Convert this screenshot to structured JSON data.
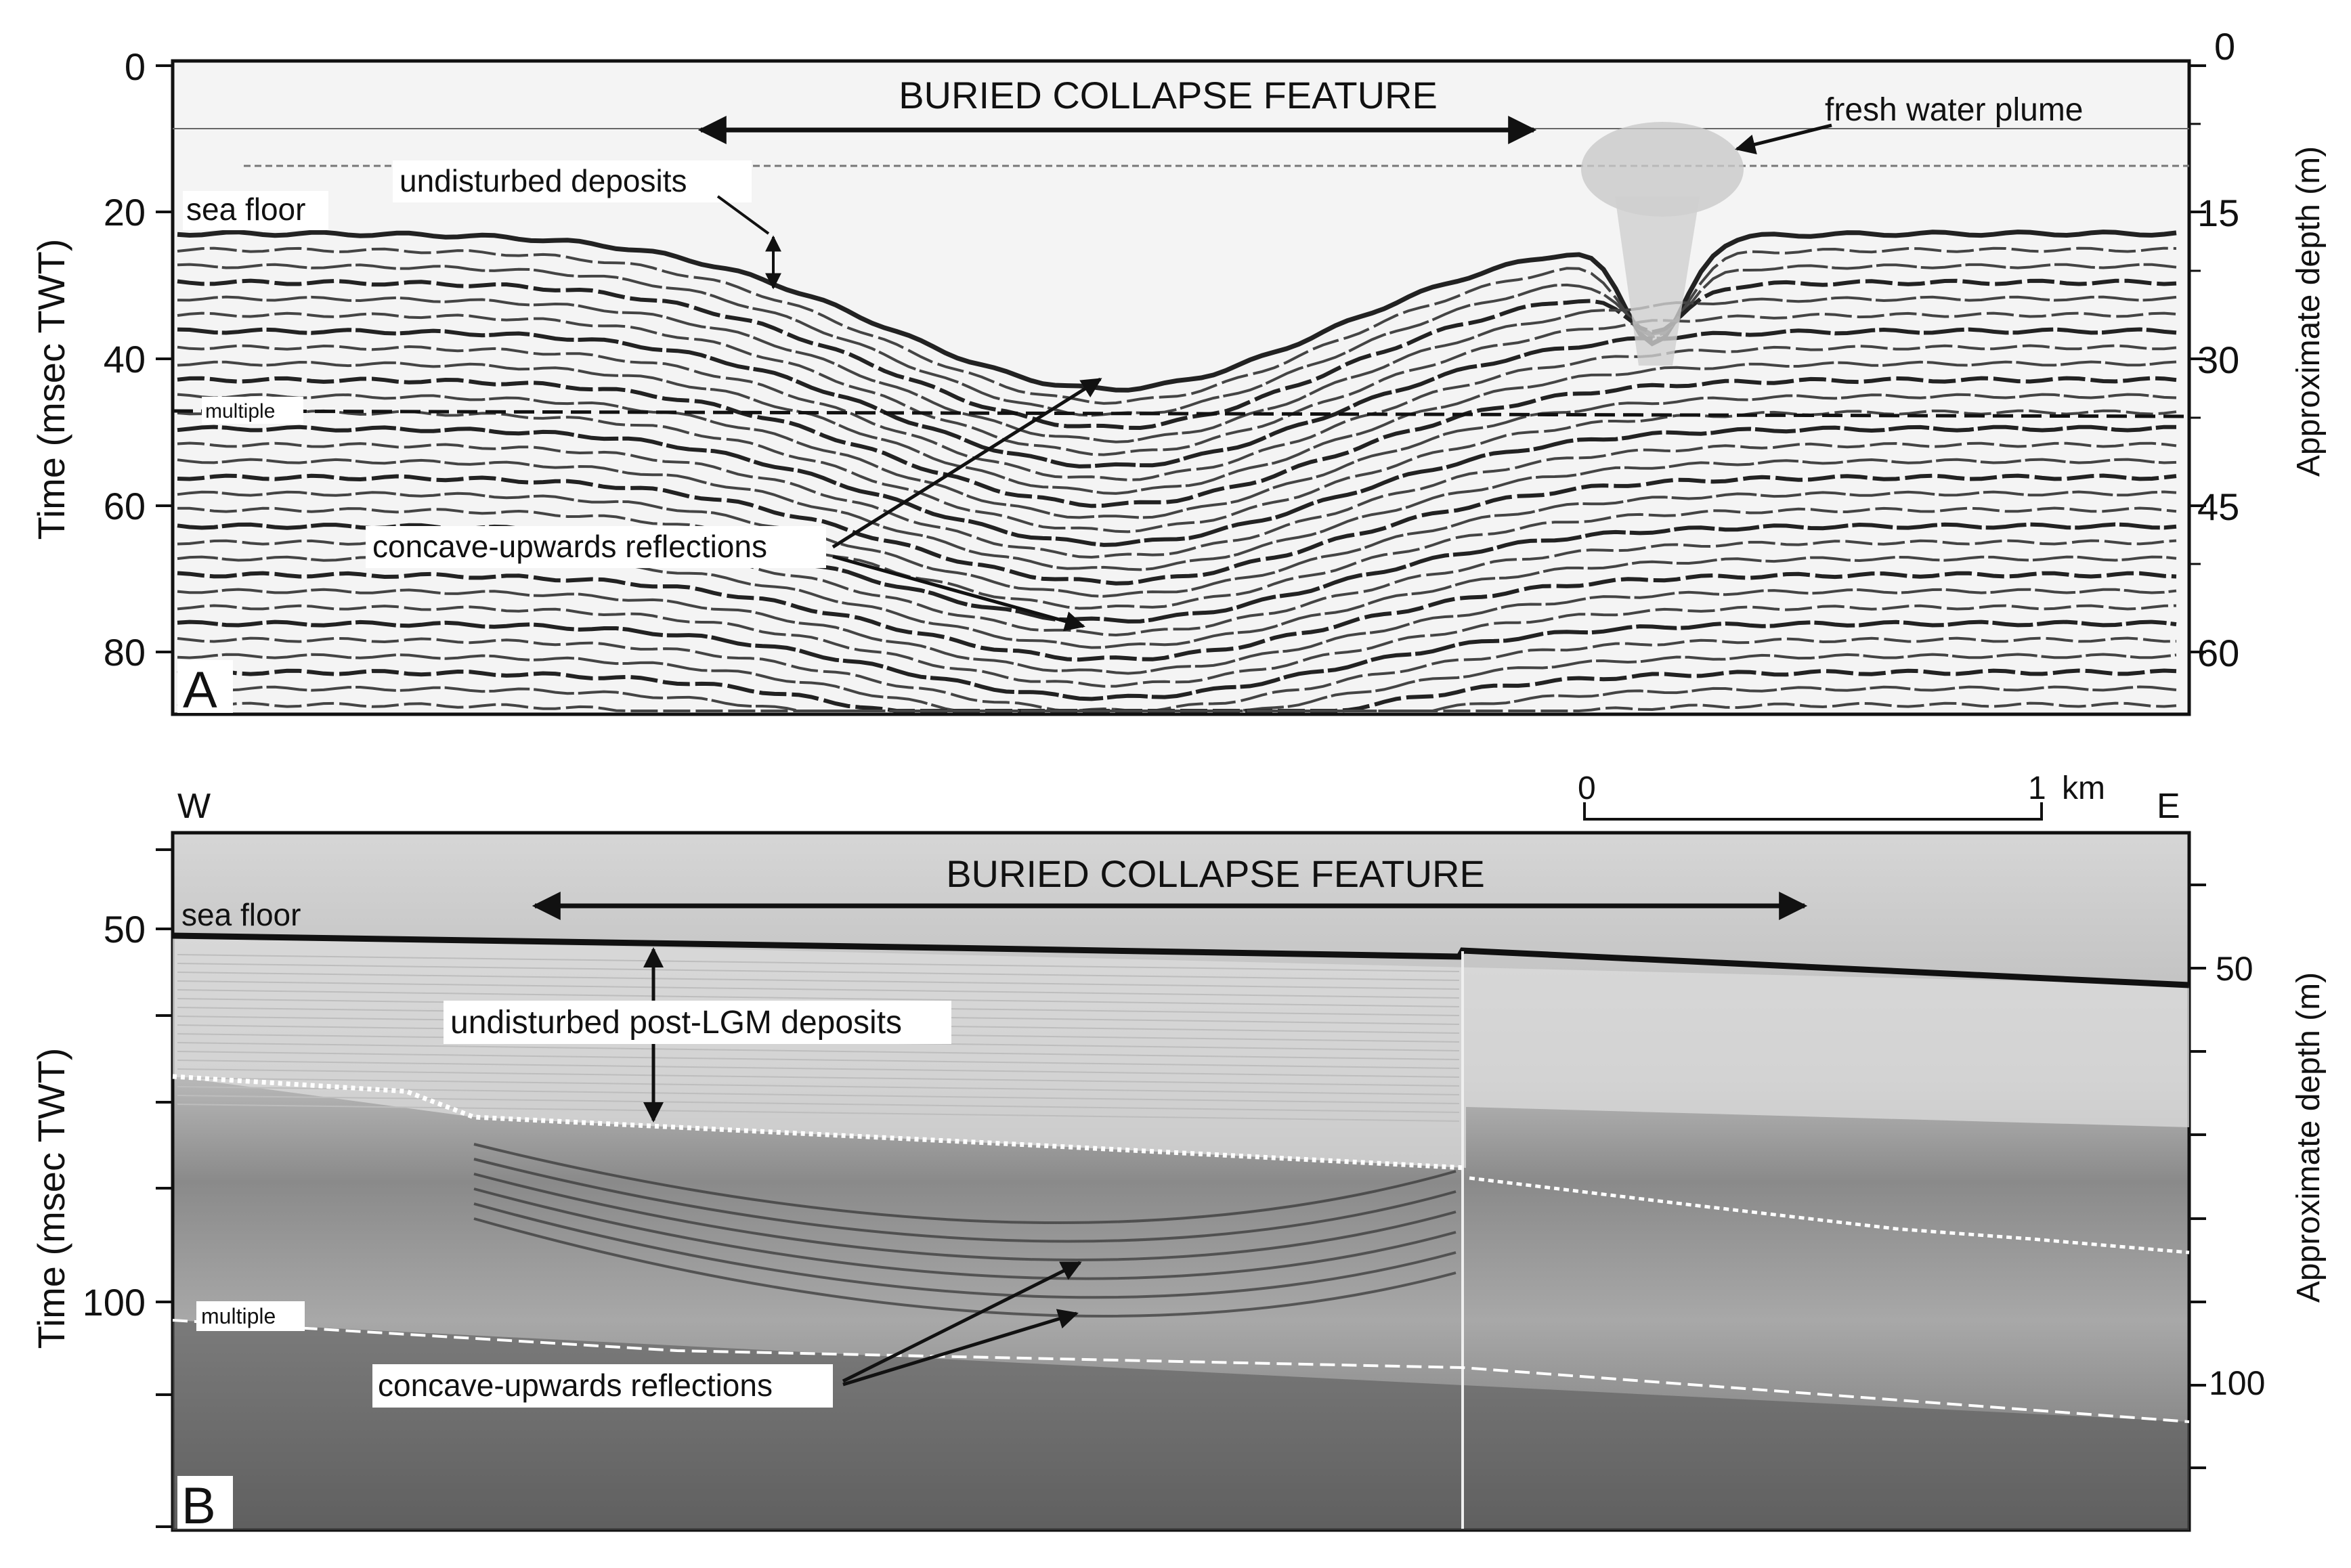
{
  "panel_a": {
    "letter": "A",
    "left_axis_label": "Time (msec TWT)",
    "right_axis_label": "Approximate depth (m)",
    "left_ticks": [
      "0",
      "20",
      "40",
      "60",
      "80"
    ],
    "right_ticks": [
      "0",
      "15",
      "30",
      "45",
      "60"
    ],
    "feature_title": "BURIED COLLAPSE FEATURE",
    "fresh_water": "fresh water plume",
    "undisturbed": "undisturbed deposits",
    "sea_floor": "sea floor",
    "multiple": "multiple",
    "concave": "concave-upwards reflections"
  },
  "panel_b": {
    "letter": "B",
    "left_axis_label": "Time (msec TWT)",
    "right_axis_label": "Approximate depth (m)",
    "left_ticks": [
      "50",
      "100"
    ],
    "right_ticks": [
      "50",
      "100"
    ],
    "west": "W",
    "east": "E",
    "scale_start": "0",
    "scale_end": "1",
    "scale_unit": "km",
    "feature_title": "BURIED COLLAPSE FEATURE",
    "sea_floor": "sea floor",
    "undisturbed": "undisturbed post-LGM deposits",
    "multiple": "multiple",
    "concave": "concave-upwards reflections"
  },
  "colors": {
    "ink": "#111111",
    "panel_b_fill": "#9a9a9a"
  }
}
